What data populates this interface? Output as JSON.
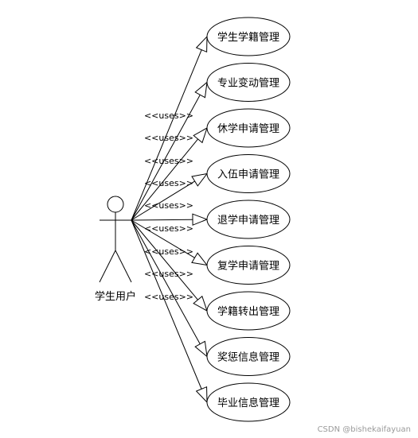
{
  "actor": {
    "label": "学生用户"
  },
  "use_cases": [
    "学生学籍管理",
    "专业变动管理",
    "休学申请管理",
    "入伍申请管理",
    "退学申请管理",
    "复学申请管理",
    "学籍转出管理",
    "奖惩信息管理",
    "毕业信息管理"
  ],
  "relation_label": "<<uses>>",
  "relation_count": 9,
  "watermark": "CSDN @bishekaifayuan"
}
